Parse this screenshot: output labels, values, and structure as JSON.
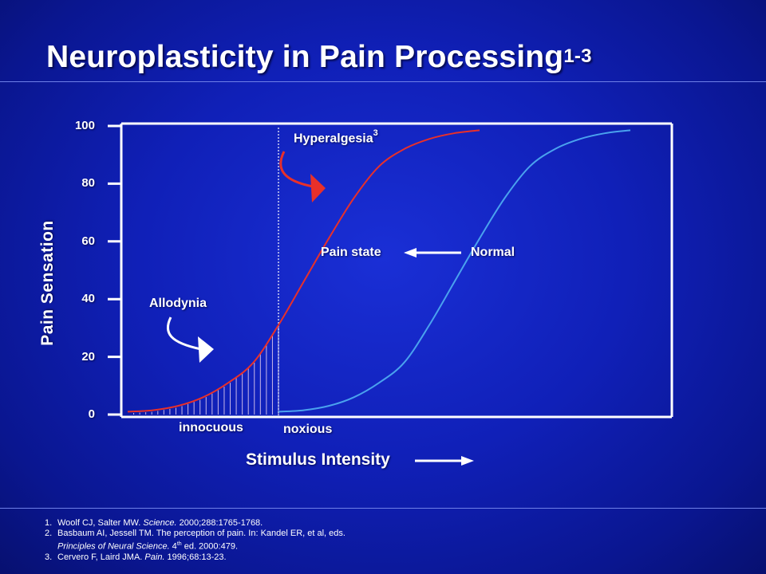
{
  "title": "Neuroplasticity in Pain Processing",
  "title_sup": "1-3",
  "chart_data": {
    "type": "line",
    "title": "Neuroplasticity in Pain Processing",
    "ylabel": "Pain Sensation",
    "xlabel": "Stimulus Intensity",
    "ylim": [
      0,
      100
    ],
    "yticks": [
      "0",
      "20",
      "40",
      "60",
      "80",
      "100"
    ],
    "x_regions": [
      "innocuous",
      "noxious"
    ],
    "series": [
      {
        "color": "#e8302a",
        "x": [
          0,
          5,
          10,
          15,
          20,
          25,
          30,
          35,
          40,
          45,
          50,
          55,
          60,
          65,
          70
        ],
        "y": [
          1,
          1.5,
          3,
          6,
          11,
          18,
          31,
          46,
          61,
          75,
          86,
          92,
          95.5,
          97.5,
          98.5
        ]
      },
      {
        "color": "#4aa2ee",
        "x": [
          30,
          35,
          40,
          45,
          50,
          55,
          60,
          65,
          70,
          75,
          80,
          85,
          90,
          95,
          100
        ],
        "y": [
          1,
          1.5,
          3,
          6,
          11,
          18,
          31,
          46,
          61,
          75,
          86,
          92,
          95.5,
          97.5,
          98.5
        ]
      }
    ],
    "annotations": {
      "hyperalgesia": "Hyperalgesia",
      "hyperalgesia_sup": "3",
      "pain_state": "Pain state",
      "normal": "Normal",
      "allodynia": "Allodynia"
    },
    "grid": false
  },
  "references": [
    {
      "num": "1.",
      "parts": [
        [
          "Woolf CJ, Salter MW. ",
          false
        ],
        [
          "Science.",
          true
        ],
        [
          " 2000;288:1765-1768.",
          false
        ]
      ]
    },
    {
      "num": "2.",
      "parts": [
        [
          "Basbaum AI, Jessell TM. The perception of pain. In: Kandel ER, et al, eds.",
          false
        ]
      ],
      "cont": [
        [
          "Principles of Neural Science.",
          true
        ],
        [
          " 4",
          false
        ],
        [
          "th",
          "sup"
        ],
        [
          " ed. 2000:479.",
          false
        ]
      ]
    },
    {
      "num": "3.",
      "parts": [
        [
          "Cervero F, Laird JMA. ",
          false
        ],
        [
          "Pain.",
          true
        ],
        [
          " 1996;68:13-23.",
          false
        ]
      ]
    }
  ],
  "colors": {
    "hyper": "#e8302a",
    "normal": "#4aa2ee",
    "axis": "#ffffff"
  }
}
